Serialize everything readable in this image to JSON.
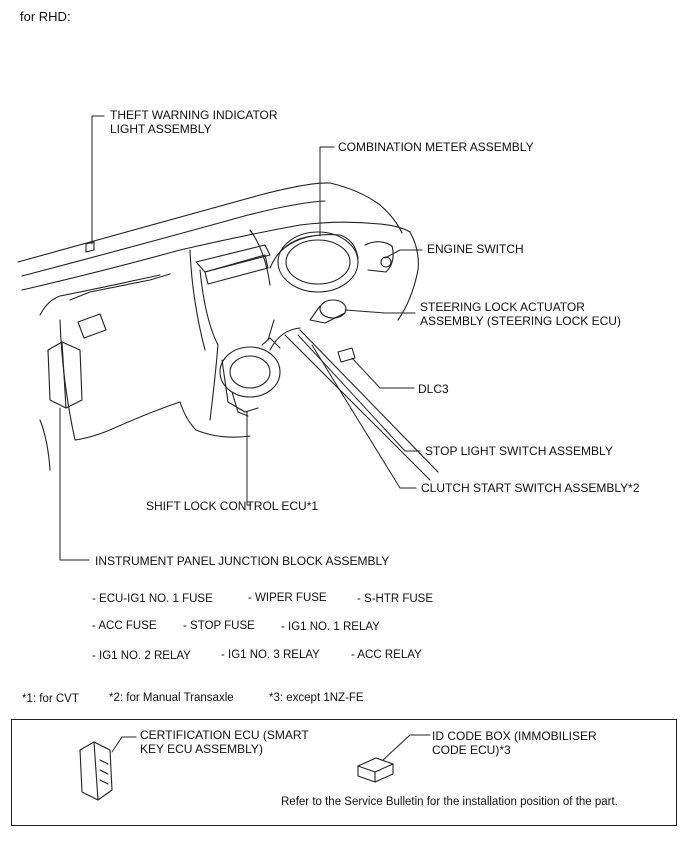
{
  "header": {
    "variant": "for RHD:"
  },
  "callouts": {
    "theft_warning": [
      "THEFT WARNING INDICATOR",
      "LIGHT ASSEMBLY"
    ],
    "combination_meter": "COMBINATION METER ASSEMBLY",
    "engine_switch": "ENGINE SWITCH",
    "steering_lock": [
      "STEERING LOCK ACTUATOR",
      "ASSEMBLY (STEERING LOCK ECU)"
    ],
    "dlc3": "DLC3",
    "stop_light_switch": "STOP LIGHT SWITCH ASSEMBLY",
    "clutch_start_switch": "CLUTCH START SWITCH ASSEMBLY*2",
    "shift_lock_ecu": "SHIFT LOCK CONTROL ECU*1",
    "junction_block": "INSTRUMENT PANEL JUNCTION BLOCK ASSEMBLY"
  },
  "fuse_list": [
    [
      "- ECU-IG1 NO. 1 FUSE",
      "- WIPER FUSE",
      "- S-HTR FUSE"
    ],
    [
      "- ACC FUSE",
      "- STOP FUSE",
      "- IG1 NO. 1 RELAY"
    ],
    [
      "- IG1 NO. 2 RELAY",
      "- IG1 NO. 3 RELAY",
      "- ACC RELAY"
    ]
  ],
  "footnotes": [
    "*1: for CVT",
    "*2: for Manual Transaxle",
    "*3: except 1NZ-FE"
  ],
  "bottom_box": {
    "certification_ecu": [
      "CERTIFICATION ECU (SMART",
      "KEY ECU ASSEMBLY)"
    ],
    "id_code_box": [
      "ID CODE BOX (IMMOBILISER",
      "CODE ECU)*3"
    ],
    "note": "Refer to the Service Bulletin for the installation position of the part."
  }
}
